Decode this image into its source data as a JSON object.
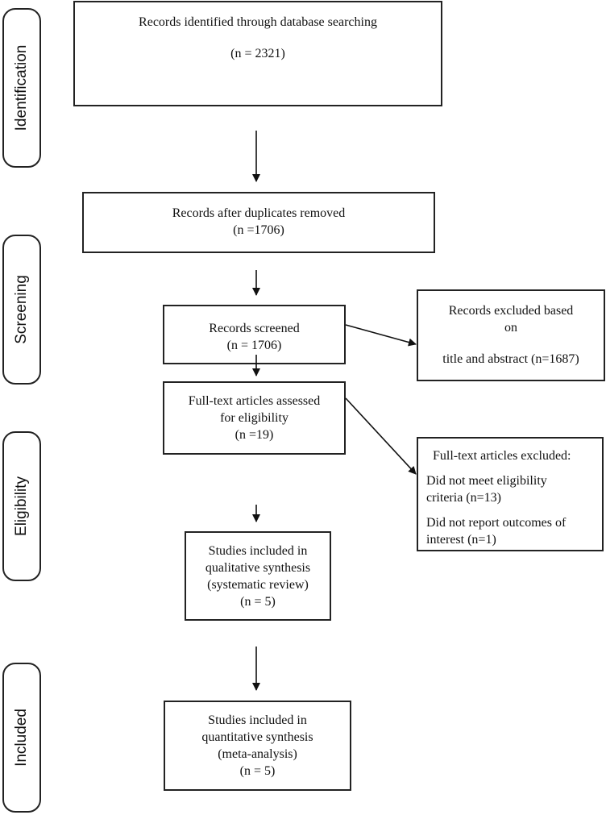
{
  "stages": {
    "identification": "Identification",
    "screening": "Screening",
    "eligibility": "Eligibility",
    "included": "Included"
  },
  "boxes": {
    "identified": {
      "line1": "Records identified through database searching",
      "line2": "(n = 2321)"
    },
    "duplicates": {
      "line1": "Records after duplicates removed",
      "line2": "(n =1706)"
    },
    "screened": {
      "line1": "Records screened",
      "line2": "(n = 1706)"
    },
    "excluded_screen": {
      "line1": "Records excluded based",
      "line2": "on",
      "line3": "title and abstract (n=1687)"
    },
    "fulltext": {
      "line1": "Full-text articles assessed",
      "line2": "for eligibility",
      "line3": "(n =19)"
    },
    "excluded_fulltext": {
      "title": "Full-text articles excluded:",
      "reason1a": "Did not meet eligibility",
      "reason1b": "criteria (n=13)",
      "reason2a": "Did not report outcomes of",
      "reason2b": "interest (n=1)"
    },
    "qualitative": {
      "line1": "Studies included in",
      "line2": "qualitative synthesis",
      "line3": "(systematic review)",
      "line4": "(n = 5)"
    },
    "quantitative": {
      "line1": "Studies included in",
      "line2": "quantitative synthesis",
      "line3": "(meta-analysis)",
      "line4": "(n = 5)"
    }
  }
}
